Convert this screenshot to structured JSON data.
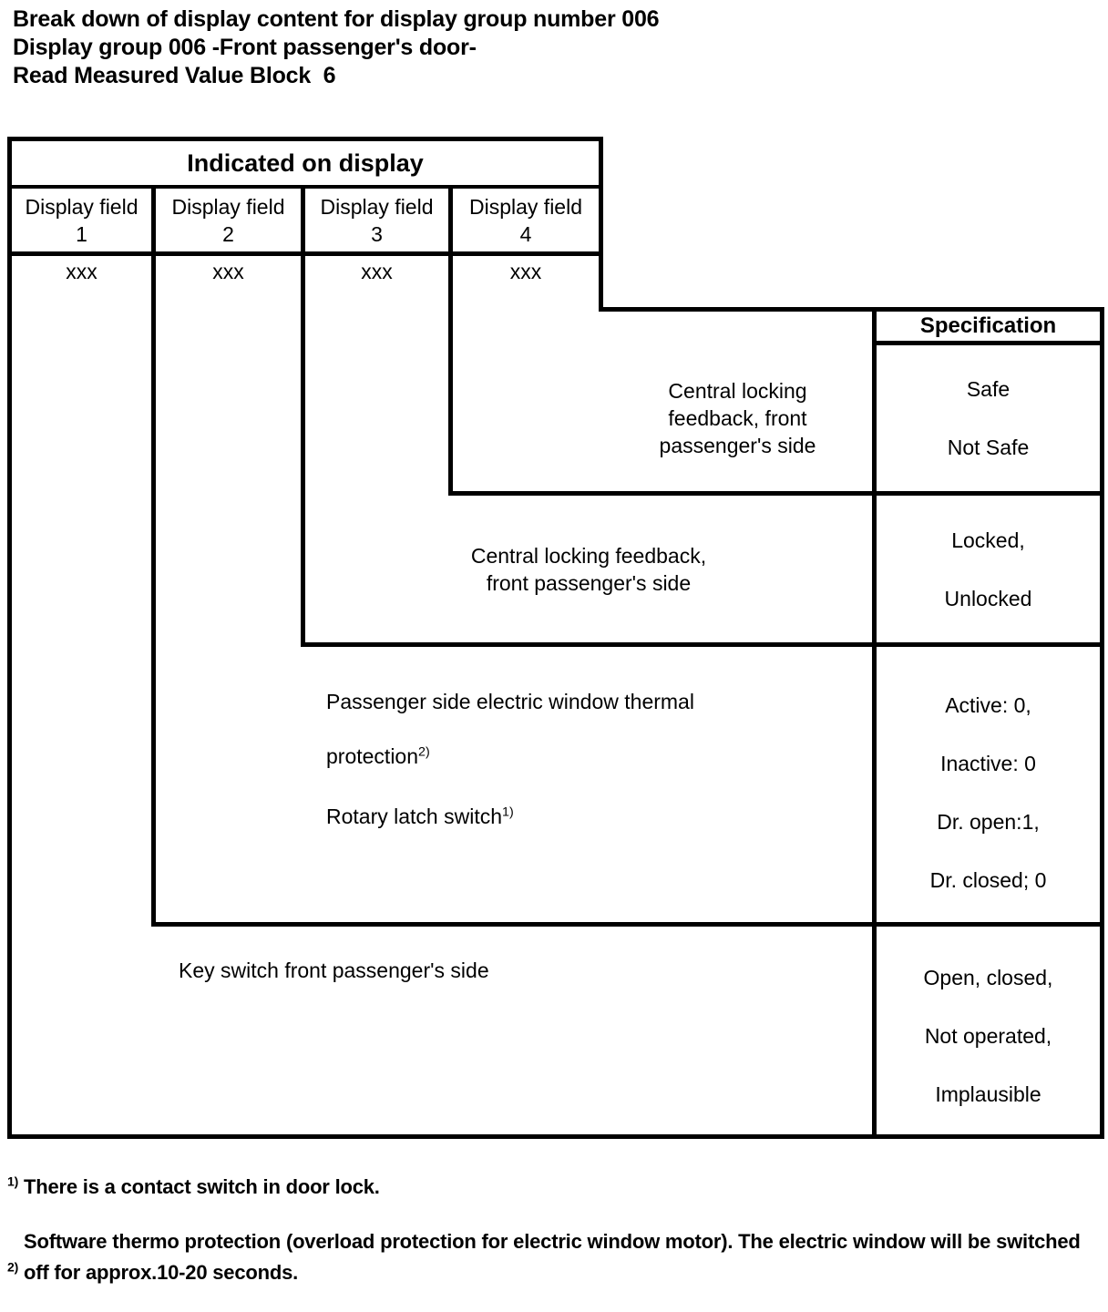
{
  "document": {
    "headings": [
      "Break down of display content for display group number 006",
      "Display group 006 -Front passenger's door-",
      "Read Measured Value Block  6"
    ]
  },
  "table": {
    "group_header": "Indicated on display",
    "spec_header": "Specification",
    "display_fields": [
      {
        "label": "Display field",
        "number": "1",
        "value": "xxx"
      },
      {
        "label": "Display field",
        "number": "2",
        "value": "xxx"
      },
      {
        "label": "Display field",
        "number": "3",
        "value": "xxx"
      },
      {
        "label": "Display field",
        "number": "4",
        "value": "xxx"
      }
    ],
    "rows": [
      {
        "description_lines": [
          "Central locking",
          "feedback, front",
          "passenger's side"
        ],
        "spec_lines": [
          "Safe",
          "Not Safe"
        ]
      },
      {
        "description_lines": [
          "Central locking feedback,",
          "front passenger's side"
        ],
        "spec_lines": [
          "Locked,",
          "Unlocked"
        ]
      },
      {
        "description_lines": [
          "Passenger side electric window thermal",
          "protection",
          "Rotary latch switch"
        ],
        "description_sup_1": "2)",
        "description_sup_2": "1)",
        "spec_lines": [
          "Active: 0,",
          "Inactive: 0",
          "Dr. open:1,",
          "Dr. closed; 0"
        ]
      },
      {
        "description_lines": [
          "Key switch front passenger's side"
        ],
        "spec_lines": [
          "Open, closed,",
          "Not operated,",
          "Implausible"
        ]
      }
    ]
  },
  "footnotes": [
    {
      "marker": "1)",
      "text": "There is a contact switch in door lock."
    },
    {
      "marker": "2)",
      "text": "Software thermo protection (overload protection for electric window motor). The electric window will be switched off for approx.10-20 seconds."
    }
  ]
}
